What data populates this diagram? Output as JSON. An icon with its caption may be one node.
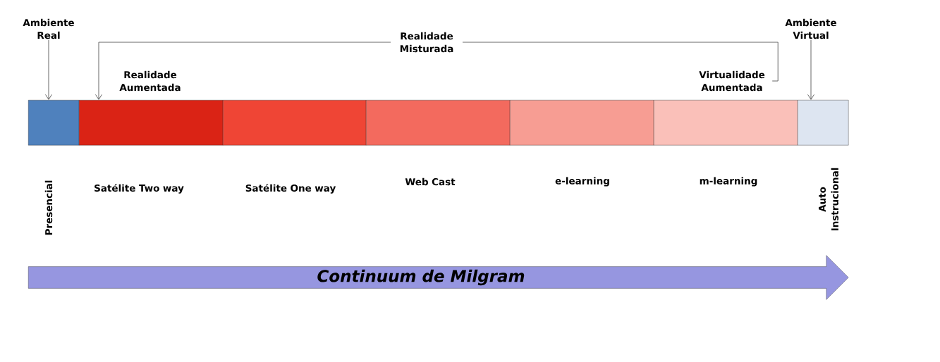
{
  "diagram": {
    "nodes": [
      {
        "text": [
          "Ambiente Real"
        ]
      },
      {
        "text": [
          "Ambiente Virtual"
        ]
      },
      {
        "text": [
          "Virtualidade Aumentada"
        ]
      },
      {
        "text": [],
        "shape": "box"
      },
      {
        "text": [],
        "shape": "box"
      },
      {
        "text": [],
        "shape": "box"
      },
      {
        "text": [],
        "shape": "box"
      },
      {
        "text": [],
        "shape": "box"
      },
      {
        "text": [],
        "shape": "box"
      },
      {
        "text": [],
        "shape": "box"
      },
      {
        "text": [
          "Continuum de Milgram"
        ]
      }
    ],
    "edges": [
      {
        "from": 0,
        "to": 3,
        "arrow": "to"
      },
      {
        "from": 1,
        "to": 9,
        "arrow": "to"
      },
      {
        "from": 2,
        "to": 4,
        "arrow": "to",
        "label": "Realidade Misturada"
      }
    ],
    "labels": [
      "Realidade Aumentada",
      "Presencial",
      "Satélite Two way",
      "Satélite One way",
      "Web Cast",
      "e-learning",
      "m-learning",
      "Auto Instrucional"
    ]
  }
}
